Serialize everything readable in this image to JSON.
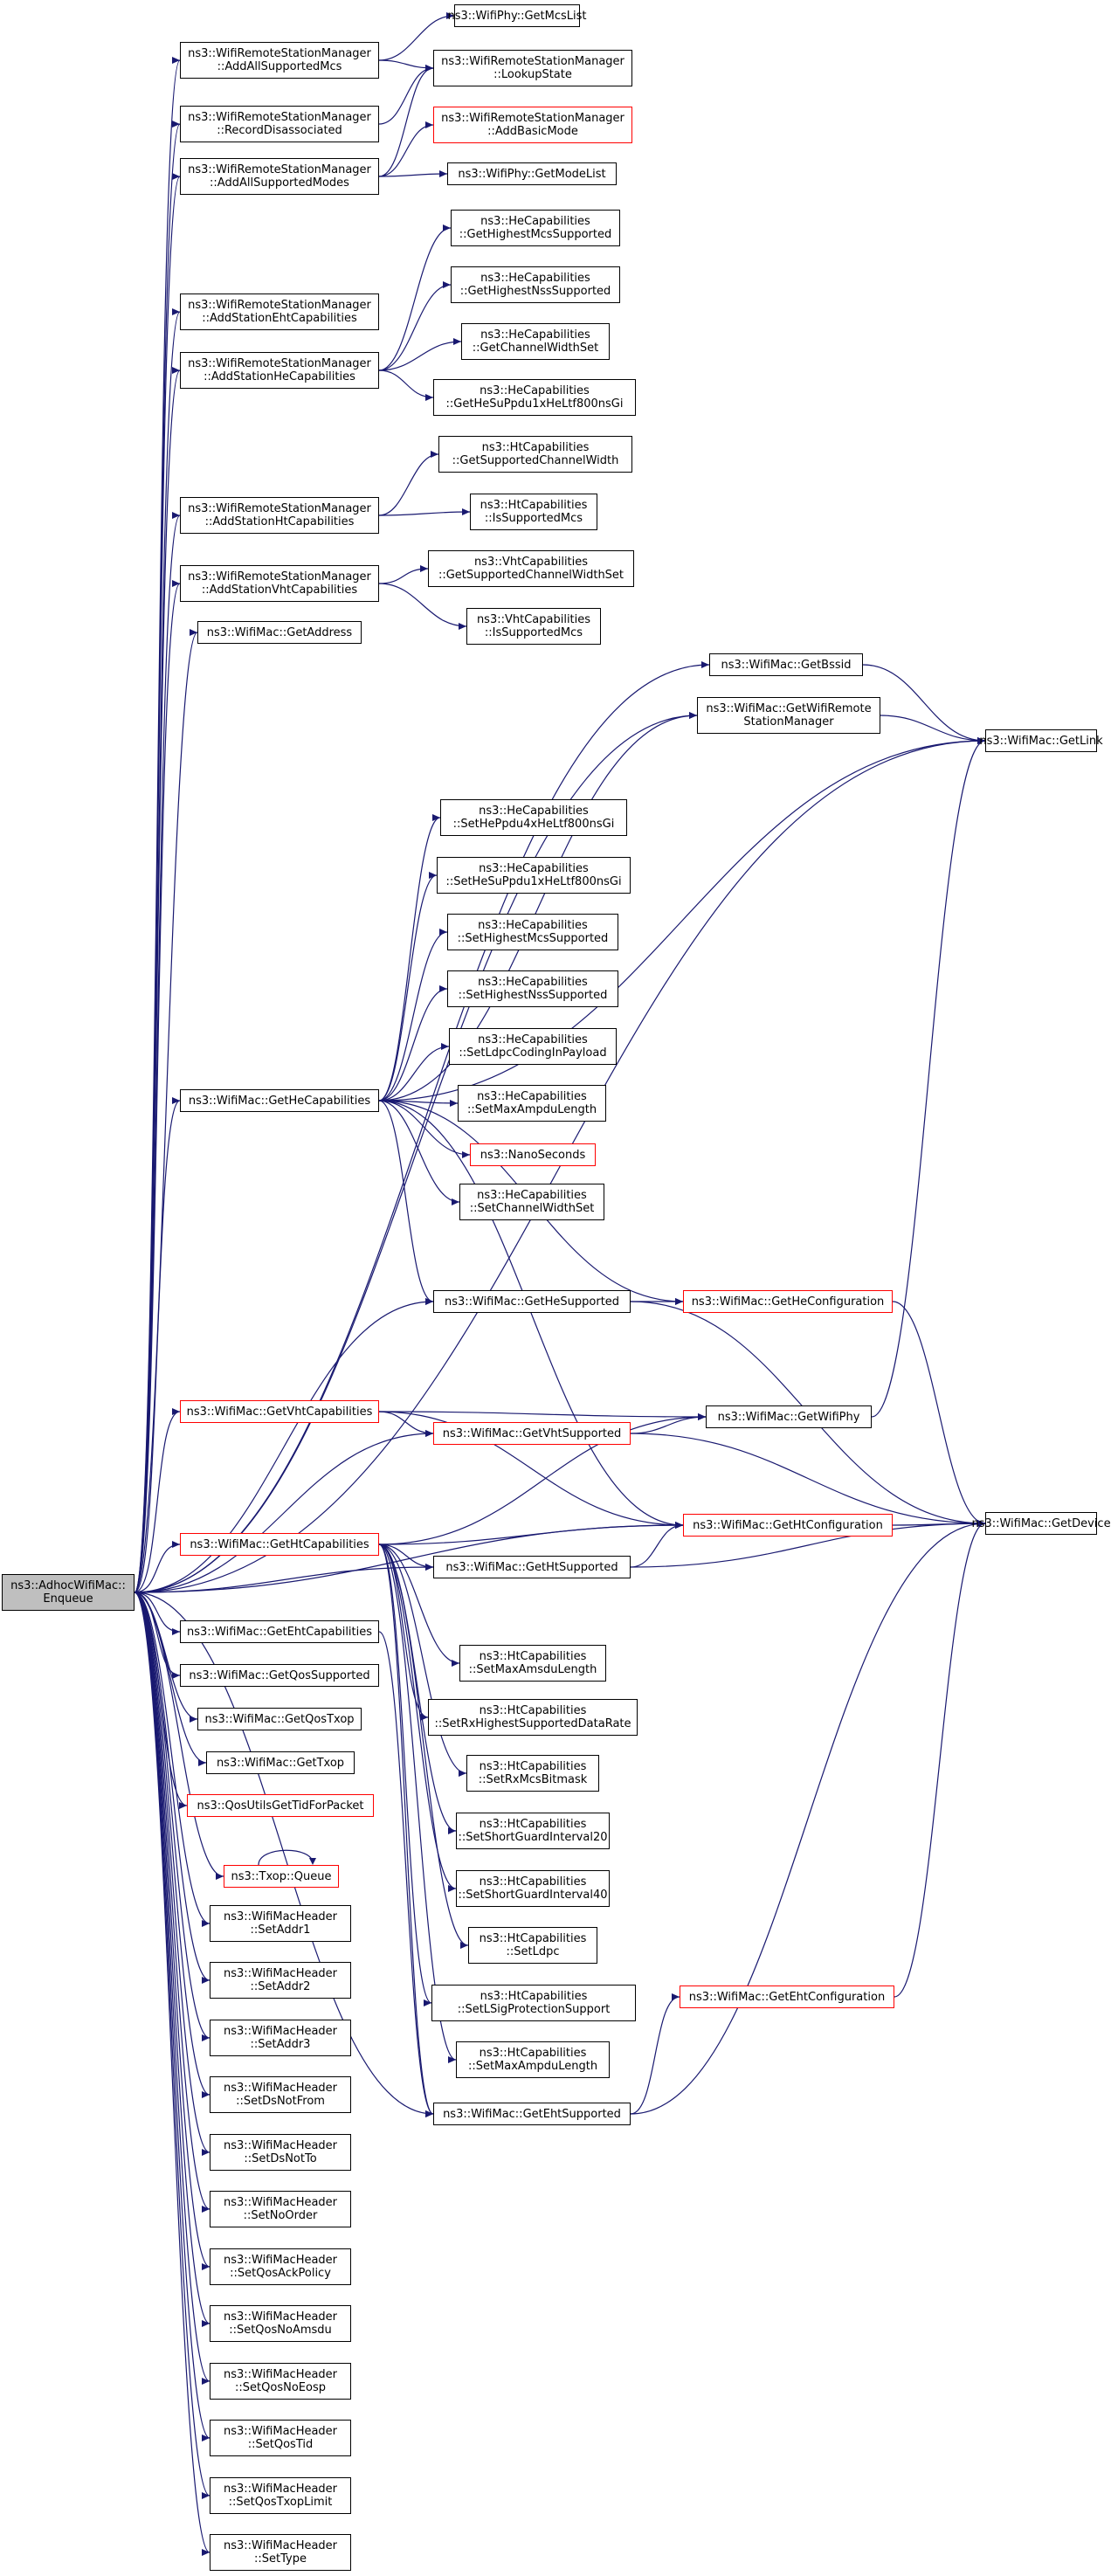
{
  "colors": {
    "edge": "#191970",
    "node_border": "#000000",
    "incomplete_border": "#ff0000",
    "root_fill": "#bfbfbf"
  },
  "nodes": {
    "root": {
      "lines": [
        "ns3::AdhocWifiMac::",
        "Enqueue"
      ]
    },
    "add_all_supported_mcs": {
      "lines": [
        "ns3::WifiRemoteStationManager",
        "::AddAllSupportedMcs"
      ]
    },
    "record_disassociated": {
      "lines": [
        "ns3::WifiRemoteStationManager",
        "::RecordDisassociated"
      ]
    },
    "add_all_supported_modes": {
      "lines": [
        "ns3::WifiRemoteStationManager",
        "::AddAllSupportedModes"
      ]
    },
    "add_station_eht": {
      "lines": [
        "ns3::WifiRemoteStationManager",
        "::AddStationEhtCapabilities"
      ]
    },
    "add_station_he": {
      "lines": [
        "ns3::WifiRemoteStationManager",
        "::AddStationHeCapabilities"
      ]
    },
    "add_station_ht": {
      "lines": [
        "ns3::WifiRemoteStationManager",
        "::AddStationHtCapabilities"
      ]
    },
    "add_station_vht": {
      "lines": [
        "ns3::WifiRemoteStationManager",
        "::AddStationVhtCapabilities"
      ]
    },
    "get_address": {
      "lines": [
        "ns3::WifiMac::GetAddress"
      ]
    },
    "get_he_capabilities": {
      "lines": [
        "ns3::WifiMac::GetHeCapabilities"
      ]
    },
    "get_vht_capabilities": {
      "lines": [
        "ns3::WifiMac::GetVhtCapabilities"
      ]
    },
    "get_ht_capabilities": {
      "lines": [
        "ns3::WifiMac::GetHtCapabilities"
      ]
    },
    "get_eht_capabilities": {
      "lines": [
        "ns3::WifiMac::GetEhtCapabilities"
      ]
    },
    "get_qos_supported": {
      "lines": [
        "ns3::WifiMac::GetQosSupported"
      ]
    },
    "get_qos_txop": {
      "lines": [
        "ns3::WifiMac::GetQosTxop"
      ]
    },
    "get_txop": {
      "lines": [
        "ns3::WifiMac::GetTxop"
      ]
    },
    "qos_utils_get_tid": {
      "lines": [
        "ns3::QosUtilsGetTidForPacket"
      ]
    },
    "txop_queue": {
      "lines": [
        "ns3::Txop::Queue"
      ]
    },
    "set_addr1": {
      "lines": [
        "ns3::WifiMacHeader",
        "::SetAddr1"
      ]
    },
    "set_addr2": {
      "lines": [
        "ns3::WifiMacHeader",
        "::SetAddr2"
      ]
    },
    "set_addr3": {
      "lines": [
        "ns3::WifiMacHeader",
        "::SetAddr3"
      ]
    },
    "set_ds_not_from": {
      "lines": [
        "ns3::WifiMacHeader",
        "::SetDsNotFrom"
      ]
    },
    "set_ds_not_to": {
      "lines": [
        "ns3::WifiMacHeader",
        "::SetDsNotTo"
      ]
    },
    "set_no_order": {
      "lines": [
        "ns3::WifiMacHeader",
        "::SetNoOrder"
      ]
    },
    "set_qos_ack_policy": {
      "lines": [
        "ns3::WifiMacHeader",
        "::SetQosAckPolicy"
      ]
    },
    "set_qos_no_amsdu": {
      "lines": [
        "ns3::WifiMacHeader",
        "::SetQosNoAmsdu"
      ]
    },
    "set_qos_no_eosp": {
      "lines": [
        "ns3::WifiMacHeader",
        "::SetQosNoEosp"
      ]
    },
    "set_qos_tid": {
      "lines": [
        "ns3::WifiMacHeader",
        "::SetQosTid"
      ]
    },
    "set_qos_txop_limit": {
      "lines": [
        "ns3::WifiMacHeader",
        "::SetQosTxopLimit"
      ]
    },
    "set_type": {
      "lines": [
        "ns3::WifiMacHeader",
        "::SetType"
      ]
    },
    "get_mcs_list": {
      "lines": [
        "ns3::WifiPhy::GetMcsList"
      ]
    },
    "lookup_state": {
      "lines": [
        "ns3::WifiRemoteStationManager",
        "::LookupState"
      ]
    },
    "add_basic_mode": {
      "lines": [
        "ns3::WifiRemoteStationManager",
        "::AddBasicMode"
      ]
    },
    "get_mode_list": {
      "lines": [
        "ns3::WifiPhy::GetModeList"
      ]
    },
    "he_get_highest_mcs": {
      "lines": [
        "ns3::HeCapabilities",
        "::GetHighestMcsSupported"
      ]
    },
    "he_get_highest_nss": {
      "lines": [
        "ns3::HeCapabilities",
        "::GetHighestNssSupported"
      ]
    },
    "he_get_channel_width": {
      "lines": [
        "ns3::HeCapabilities",
        "::GetChannelWidthSet"
      ]
    },
    "he_get_su_ppdu": {
      "lines": [
        "ns3::HeCapabilities",
        "::GetHeSuPpdu1xHeLtf800nsGi"
      ]
    },
    "ht_get_supported_cw": {
      "lines": [
        "ns3::HtCapabilities",
        "::GetSupportedChannelWidth"
      ]
    },
    "ht_is_supported_mcs": {
      "lines": [
        "ns3::HtCapabilities",
        "::IsSupportedMcs"
      ]
    },
    "vht_get_supported_cw": {
      "lines": [
        "ns3::VhtCapabilities",
        "::GetSupportedChannelWidthSet"
      ]
    },
    "vht_is_supported_mcs": {
      "lines": [
        "ns3::VhtCapabilities",
        "::IsSupportedMcs"
      ]
    },
    "get_bssid": {
      "lines": [
        "ns3::WifiMac::GetBssid"
      ]
    },
    "get_wifi_remote_sm": {
      "lines": [
        "ns3::WifiMac::GetWifiRemote",
        "StationManager"
      ]
    },
    "get_link": {
      "lines": [
        "ns3::WifiMac::GetLink"
      ]
    },
    "he_set_ppdu4x": {
      "lines": [
        "ns3::HeCapabilities",
        "::SetHePpdu4xHeLtf800nsGi"
      ]
    },
    "he_set_su_ppdu": {
      "lines": [
        "ns3::HeCapabilities",
        "::SetHeSuPpdu1xHeLtf800nsGi"
      ]
    },
    "he_set_highest_mcs": {
      "lines": [
        "ns3::HeCapabilities",
        "::SetHighestMcsSupported"
      ]
    },
    "he_set_highest_nss": {
      "lines": [
        "ns3::HeCapabilities",
        "::SetHighestNssSupported"
      ]
    },
    "he_set_ldpc": {
      "lines": [
        "ns3::HeCapabilities",
        "::SetLdpcCodingInPayload"
      ]
    },
    "he_set_max_ampdu": {
      "lines": [
        "ns3::HeCapabilities",
        "::SetMaxAmpduLength"
      ]
    },
    "nano_seconds": {
      "lines": [
        "ns3::NanoSeconds"
      ]
    },
    "he_set_channel_width": {
      "lines": [
        "ns3::HeCapabilities",
        "::SetChannelWidthSet"
      ]
    },
    "get_he_supported": {
      "lines": [
        "ns3::WifiMac::GetHeSupported"
      ]
    },
    "get_he_configuration": {
      "lines": [
        "ns3::WifiMac::GetHeConfiguration"
      ]
    },
    "get_vht_supported": {
      "lines": [
        "ns3::WifiMac::GetVhtSupported"
      ]
    },
    "get_wifi_phy": {
      "lines": [
        "ns3::WifiMac::GetWifiPhy"
      ]
    },
    "get_ht_supported": {
      "lines": [
        "ns3::WifiMac::GetHtSupported"
      ]
    },
    "get_ht_configuration": {
      "lines": [
        "ns3::WifiMac::GetHtConfiguration"
      ]
    },
    "get_device": {
      "lines": [
        "ns3::WifiMac::GetDevice"
      ]
    },
    "ht_set_max_amsdu": {
      "lines": [
        "ns3::HtCapabilities",
        "::SetMaxAmsduLength"
      ]
    },
    "ht_set_rx_highest": {
      "lines": [
        "ns3::HtCapabilities",
        "::SetRxHighestSupportedDataRate"
      ]
    },
    "ht_set_rx_mcs": {
      "lines": [
        "ns3::HtCapabilities",
        "::SetRxMcsBitmask"
      ]
    },
    "ht_set_sgi20": {
      "lines": [
        "ns3::HtCapabilities",
        "::SetShortGuardInterval20"
      ]
    },
    "ht_set_sgi40": {
      "lines": [
        "ns3::HtCapabilities",
        "::SetShortGuardInterval40"
      ]
    },
    "ht_set_ldpc": {
      "lines": [
        "ns3::HtCapabilities",
        "::SetLdpc"
      ]
    },
    "ht_set_lsig": {
      "lines": [
        "ns3::HtCapabilities",
        "::SetLSigProtectionSupport"
      ]
    },
    "ht_set_max_ampdu": {
      "lines": [
        "ns3::HtCapabilities",
        "::SetMaxAmpduLength"
      ]
    },
    "get_eht_supported": {
      "lines": [
        "ns3::WifiMac::GetEhtSupported"
      ]
    },
    "get_eht_configuration": {
      "lines": [
        "ns3::WifiMac::GetEhtConfiguration"
      ]
    }
  }
}
